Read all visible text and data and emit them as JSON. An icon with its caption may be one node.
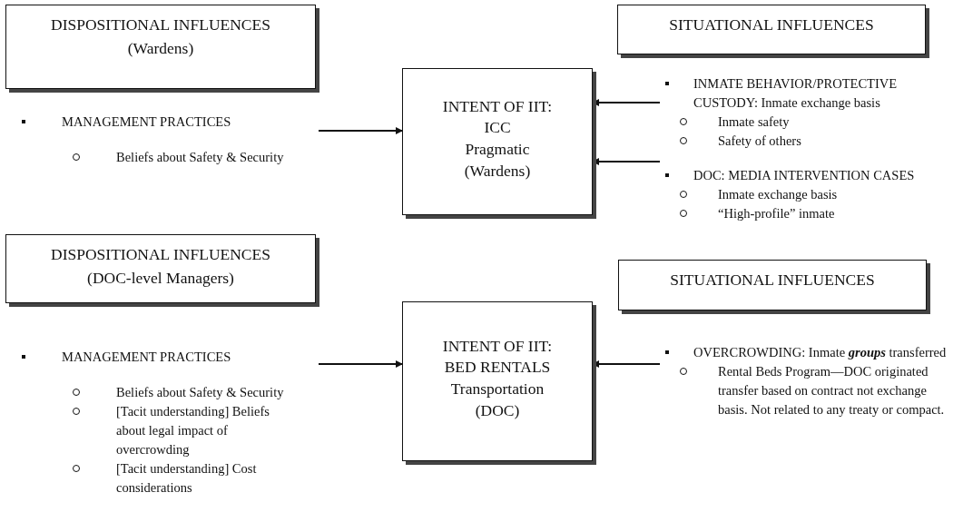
{
  "diagram": {
    "nodes": [
      {
        "text": [
          "DISPOSITIONAL INFLUENCES",
          "(Wardens)"
        ]
      },
      {
        "text": [
          "MANAGEMENT PRACTICES",
          "Beliefs about Safety & Security"
        ]
      },
      {
        "text": [
          "INTENT OF IIT:",
          "ICC",
          "Pragmatic",
          "(Wardens)"
        ]
      },
      {
        "text": [
          "SITUATIONAL INFLUENCES"
        ]
      },
      {
        "text": [
          "INMATE BEHAVIOR/PROTECTIVE CUSTODY: Inmate exchange basis",
          "Inmate safety",
          "Safety of others"
        ]
      },
      {
        "text": [
          "DOC: MEDIA INTERVENTION CASES",
          "Inmate exchange basis",
          "“High-profile” inmate"
        ]
      },
      {
        "text": [
          "DISPOSITIONAL INFLUENCES",
          "(DOC-level Managers)"
        ]
      },
      {
        "text": [
          "MANAGEMENT PRACTICES",
          "Beliefs about Safety & Security",
          "[Tacit understanding] Beliefs about legal impact of overcrowding",
          "[Tacit understanding] Cost considerations"
        ]
      },
      {
        "text": [
          "INTENT OF IIT:",
          "BED RENTALS",
          "Transportation",
          "(DOC)"
        ]
      },
      {
        "text": [
          "SITUATIONAL INFLUENCES"
        ]
      },
      {
        "text": [
          "OVERCROWDING: Inmate **groups** transferred",
          "Rental Beds Program—DOC originated transfer based on contract not exchange basis.  Not related to any treaty or compact."
        ]
      }
    ],
    "edges": [
      {
        "from": 1,
        "to": 2,
        "arrow": "to"
      },
      {
        "from": 4,
        "to": 2,
        "arrow": "to"
      },
      {
        "from": 5,
        "to": 2,
        "arrow": "to"
      },
      {
        "from": 7,
        "to": 8,
        "arrow": "to"
      },
      {
        "from": 10,
        "to": 8,
        "arrow": "to"
      }
    ]
  }
}
